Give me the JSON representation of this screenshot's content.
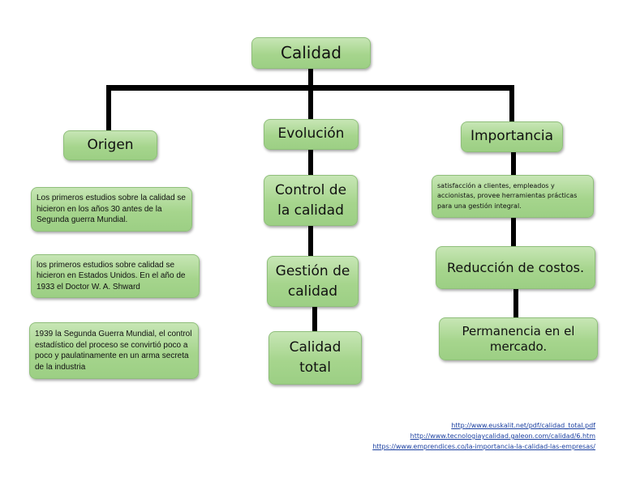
{
  "root": {
    "label": "Calidad"
  },
  "columns": {
    "origen": {
      "label": "Origen",
      "notes": [
        "Los primeros estudios sobre la calidad se hicieron en los años 30 antes de la Segunda guerra Mundial.",
        "los primeros estudios sobre calidad se hicieron en Estados Unidos. En el año de 1933 el Doctor W. A. Shward",
        "1939 la Segunda Guerra Mundial, el control estadístico del proceso se convirtió poco a poco y paulatinamente en un arma secreta de la industria"
      ]
    },
    "evolucion": {
      "label": "Evolución",
      "items": [
        "Control de la calidad",
        "Gestión de calidad",
        "Calidad total"
      ]
    },
    "importancia": {
      "label": "Importancia",
      "items": [
        "satisfacción a clientes, empleados y accionistas, provee herramientas prácticas para una gestión integral.",
        "Reducción de costos.",
        "Permanencia en el mercado."
      ]
    }
  },
  "references": [
    "http://www.euskalit.net/pdf/calidad_total.pdf",
    "http://www.tecnologiaycalidad.galeon.com/calidad/6.htm",
    "https://www.emprendices.co/la-importancia-la-calidad-las-empresas/"
  ],
  "colors": {
    "box_fill": "#a6d58d",
    "box_border": "#8fbf7a",
    "connector": "#000000",
    "link": "#1a3fa0"
  }
}
